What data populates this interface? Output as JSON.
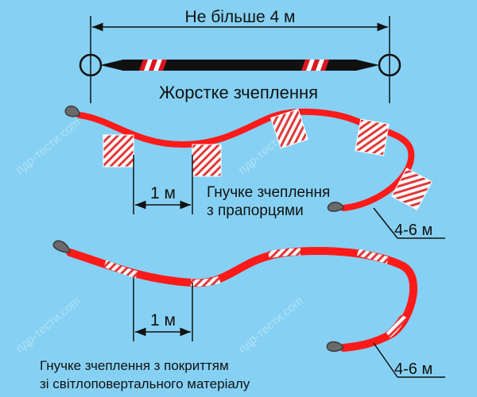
{
  "rigid": {
    "max_length_label": "Не більше 4 м",
    "caption": "Жорстке зчеплення"
  },
  "flex_flags": {
    "caption_line1": "Гнучке зчеплення",
    "caption_line2": "з прапорцями",
    "spacing_label": "1 м",
    "length_label": "4-6 м"
  },
  "flex_reflective": {
    "caption_line1": "Гнучке зчеплення з покриттям",
    "caption_line2": "зі світлоповертального матеріалу",
    "spacing_label": "1 м",
    "length_label": "4-6 м"
  },
  "watermark": "пдр-тести.com",
  "colors": {
    "background": "#86d1f3",
    "rope": "#ff1a1a",
    "bar": "#111111",
    "stripe_red": "#e0141f",
    "hatch": "#e03a3a",
    "eye": "#6a6a6a"
  }
}
